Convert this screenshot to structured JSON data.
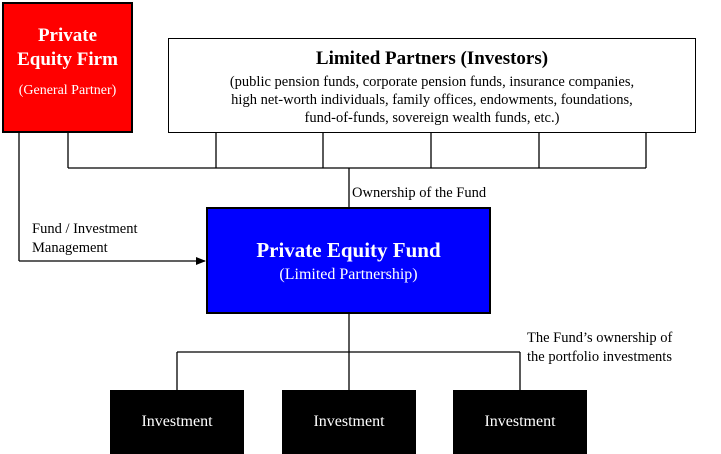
{
  "colors": {
    "firm_fill": "#ff0000",
    "fund_fill": "#0000ff",
    "investment_fill": "#000000",
    "lines": "#000000"
  },
  "firm": {
    "title_line1": "Private",
    "title_line2": "Equity Firm",
    "subtitle": "(General Partner)"
  },
  "limited_partners": {
    "title": "Limited Partners (Investors)",
    "detail_lines": [
      "(public pension funds, corporate pension funds, insurance companies,",
      "high net-worth individuals, family offices, endowments, foundations,",
      "fund-of-funds, sovereign wealth funds, etc.)"
    ]
  },
  "labels": {
    "ownership_of_fund": "Ownership of the Fund",
    "management_line1": "Fund / Investment",
    "management_line2": "Management",
    "portfolio_line1": "The Fund’s ownership of",
    "portfolio_line2": "the portfolio investments"
  },
  "fund": {
    "title": "Private Equity Fund",
    "subtitle": "(Limited Partnership)"
  },
  "investments": [
    "Investment",
    "Investment",
    "Investment"
  ]
}
